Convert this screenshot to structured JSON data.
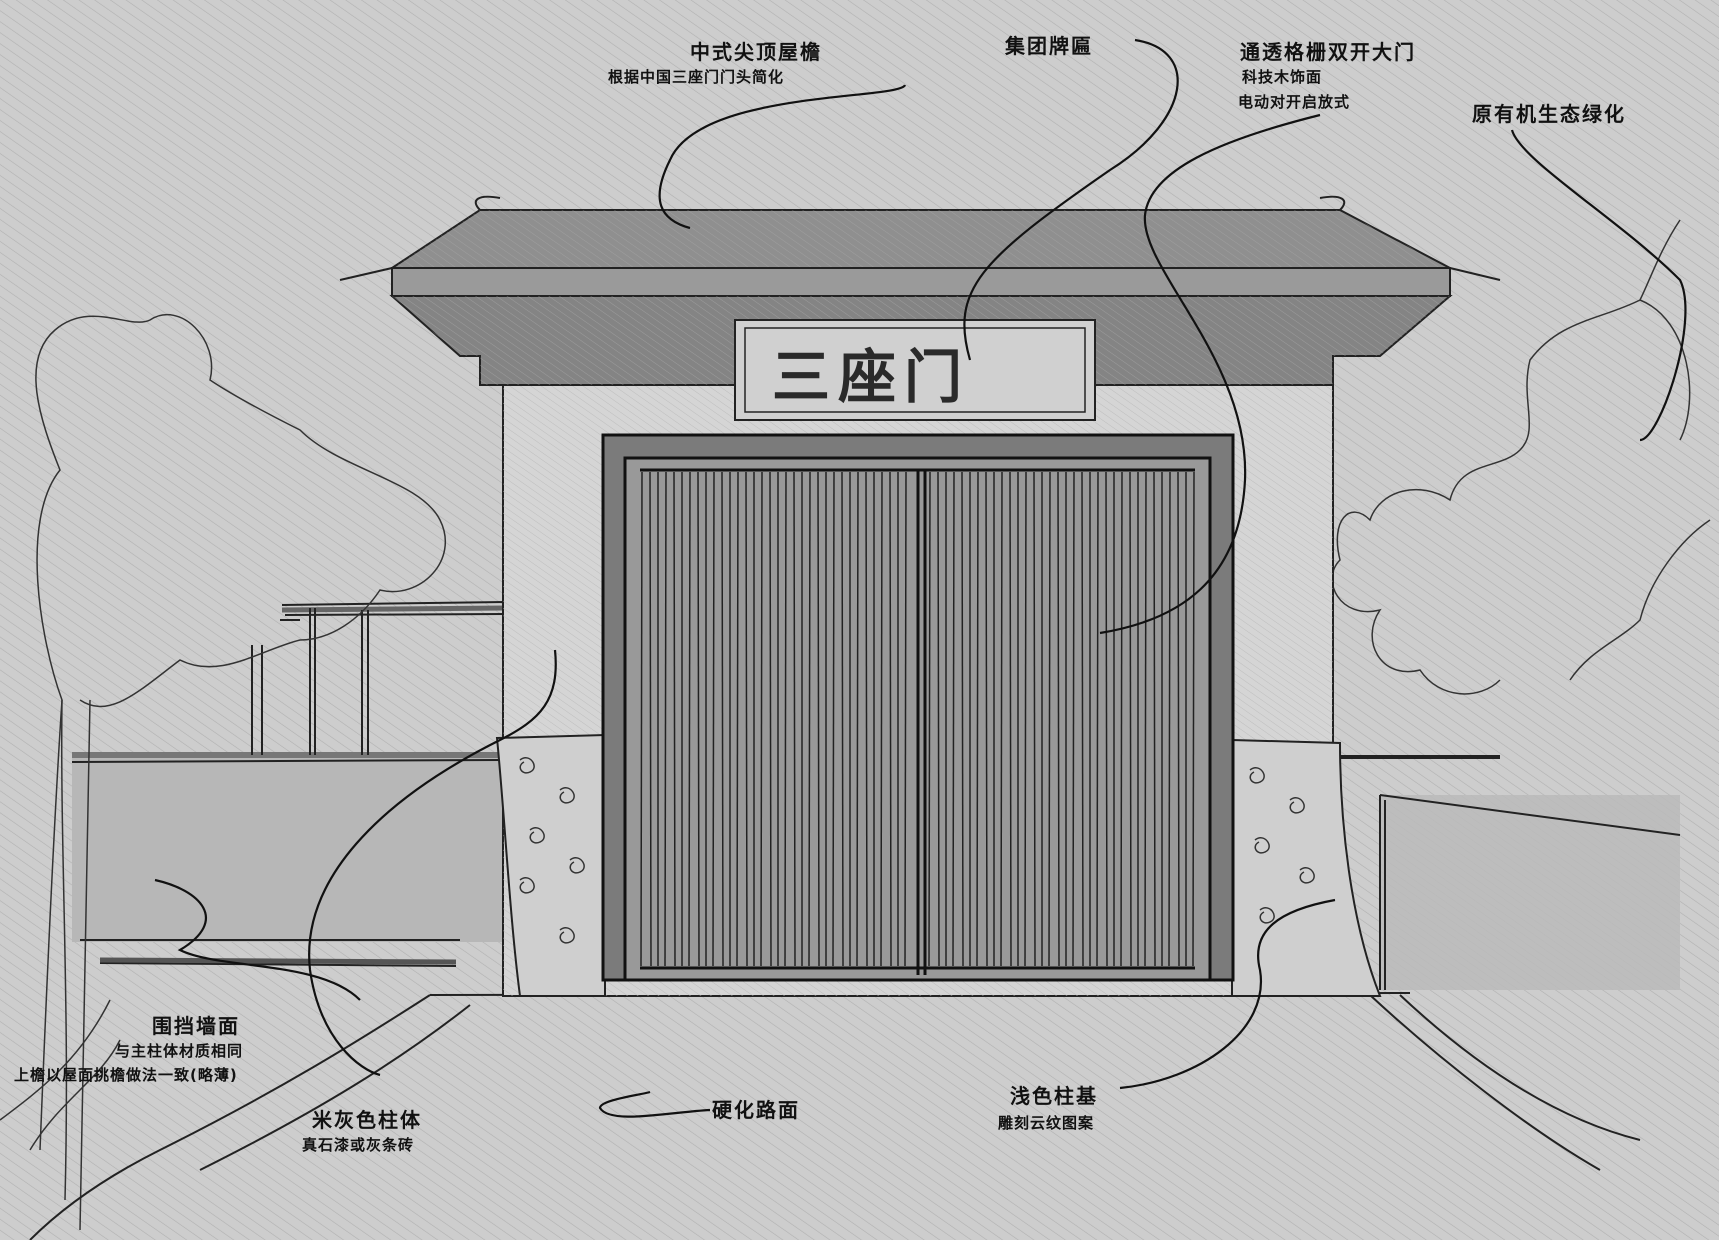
{
  "plaque": {
    "text": "三座门"
  },
  "annotations": {
    "roof": {
      "title": "中式尖顶屋檐",
      "sub": "根据中国三座门门头简化"
    },
    "plaque": {
      "title": "集团牌匾"
    },
    "gate": {
      "title": "通透格栅双开大门",
      "sub1": "科技木饰面",
      "sub2": "电动对开启放式"
    },
    "greenery": {
      "title": "原有机生态绿化"
    },
    "fence": {
      "title": "围挡墙面",
      "sub1": "与主柱体材质相同",
      "sub2": "上檐以屋面挑檐做法一致(略薄)"
    },
    "pillar": {
      "title": "米灰色柱体",
      "sub": "真石漆或灰条砖"
    },
    "road": {
      "title": "硬化路面"
    },
    "base": {
      "title": "浅色柱基",
      "sub": "雕刻云纹图案"
    }
  }
}
